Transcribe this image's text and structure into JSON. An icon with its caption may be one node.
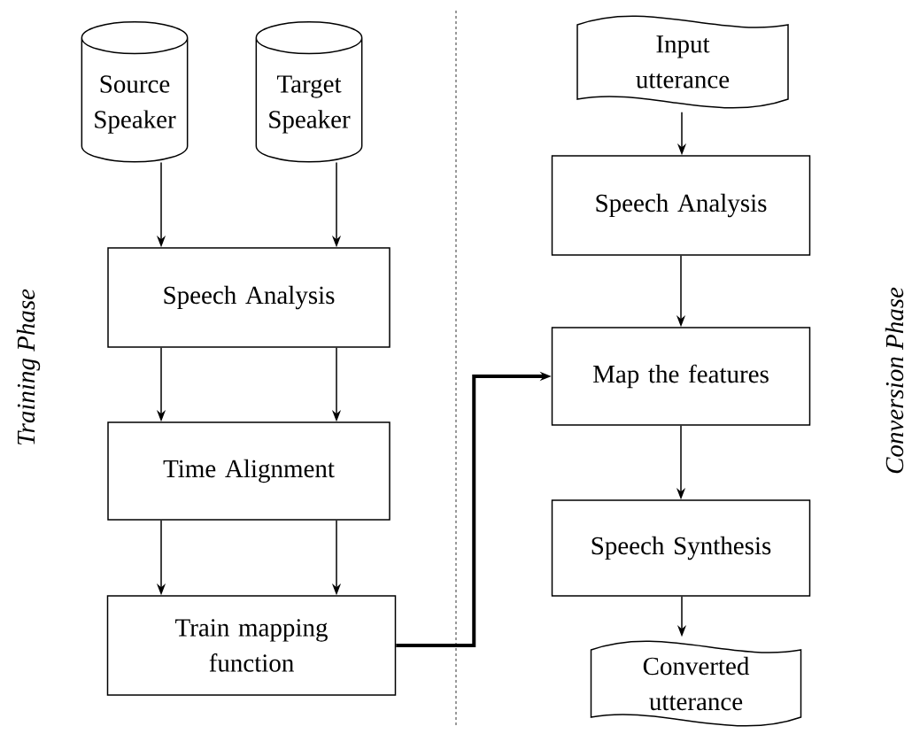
{
  "diagram": {
    "nodes": [
      {
        "text": [
          "Source Speaker"
        ]
      },
      {
        "text": [
          "Target Speaker"
        ]
      },
      {
        "text": [
          "Speech Analysis"
        ]
      },
      {
        "text": [
          "Time Alignment"
        ]
      },
      {
        "text": [
          "Train mapping function"
        ]
      },
      {
        "text": [
          "Input utterance"
        ]
      },
      {
        "text": [
          "Speech Analysis"
        ]
      },
      {
        "text": [
          "Map the features"
        ]
      },
      {
        "text": [
          "Speech Synthesis"
        ]
      },
      {
        "text": [
          "Converted utterance"
        ]
      }
    ],
    "edges": [
      {
        "from": 0,
        "to": 2,
        "arrow": "to"
      },
      {
        "from": 1,
        "to": 2,
        "arrow": "to"
      },
      {
        "from": 2,
        "to": 3,
        "arrow": "to"
      },
      {
        "from": 2,
        "to": 3,
        "arrow": "to"
      },
      {
        "from": 3,
        "to": 4,
        "arrow": "to"
      },
      {
        "from": 3,
        "to": 4,
        "arrow": "to"
      },
      {
        "from": 4,
        "to": 7,
        "arrow": "to",
        "style": "thick"
      },
      {
        "from": 5,
        "to": 6,
        "arrow": "to"
      },
      {
        "from": 6,
        "to": 7,
        "arrow": "to"
      },
      {
        "from": 7,
        "to": 8,
        "arrow": "to"
      },
      {
        "from": 8,
        "to": 9,
        "arrow": "to"
      }
    ],
    "labels": [
      "Training Phase",
      "Conversion Phase"
    ]
  }
}
